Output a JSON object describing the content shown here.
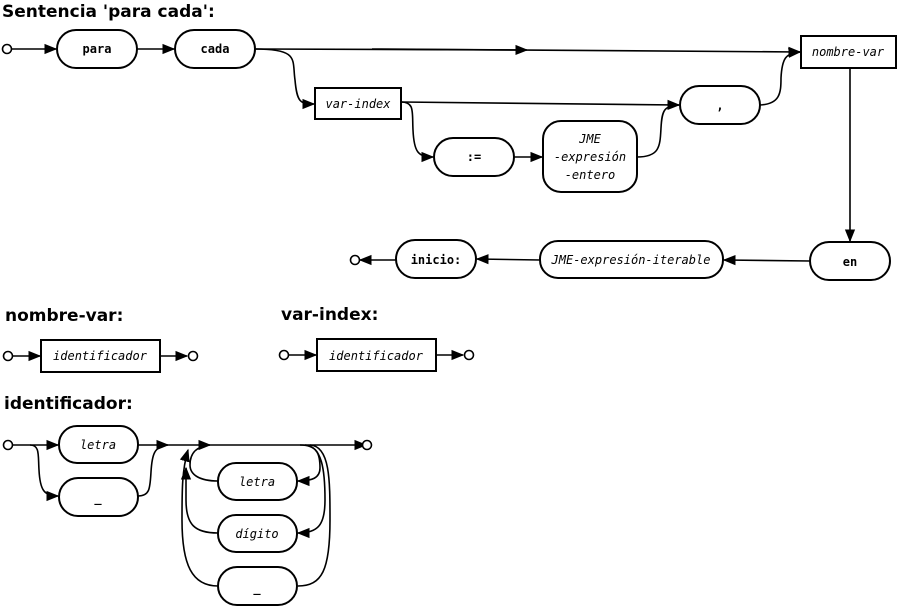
{
  "titles": {
    "main": "Sentencia 'para cada':",
    "nombre_var": "nombre-var:",
    "var_index": "var-index:",
    "identificador": "identificador:"
  },
  "nodes": {
    "para": "para",
    "cada": "cada",
    "var_index": "var-index",
    "comma": ",",
    "assign": ":=",
    "jme_line1": "JME",
    "jme_line2": "-expresión",
    "jme_line3": "-entero",
    "nombre_var": "nombre-var",
    "en": "en",
    "iterable": "JME-expresión-iterable",
    "inicio": "inicio:",
    "def_nombre_var_ident": "identificador",
    "def_var_index_ident": "identificador",
    "ident_letra": "letra",
    "ident_underscore": "_",
    "loop_letra": "letra",
    "loop_digito": "dígito",
    "loop_underscore": "_"
  }
}
